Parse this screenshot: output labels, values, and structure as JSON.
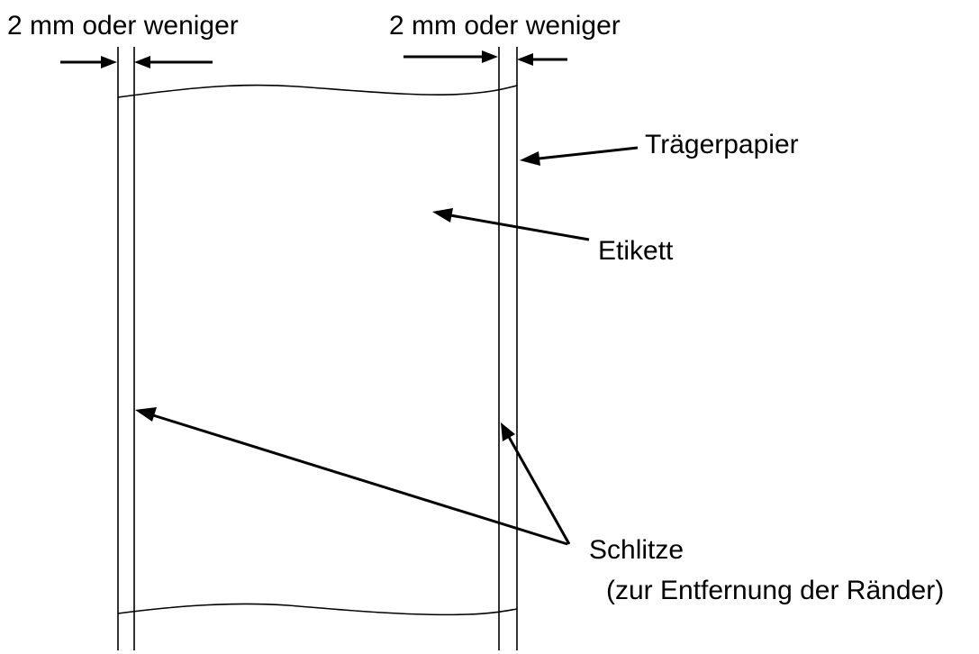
{
  "labels": {
    "left_margin": "2 mm oder weniger",
    "right_margin": "2 mm oder weniger",
    "backing_paper": "Trägerpapier",
    "label": "Etikett",
    "slits_line1": "Schlitze",
    "slits_line2": "(zur Entfernung der Ränder)"
  },
  "colors": {
    "ink": "#000000",
    "background": "#ffffff"
  }
}
